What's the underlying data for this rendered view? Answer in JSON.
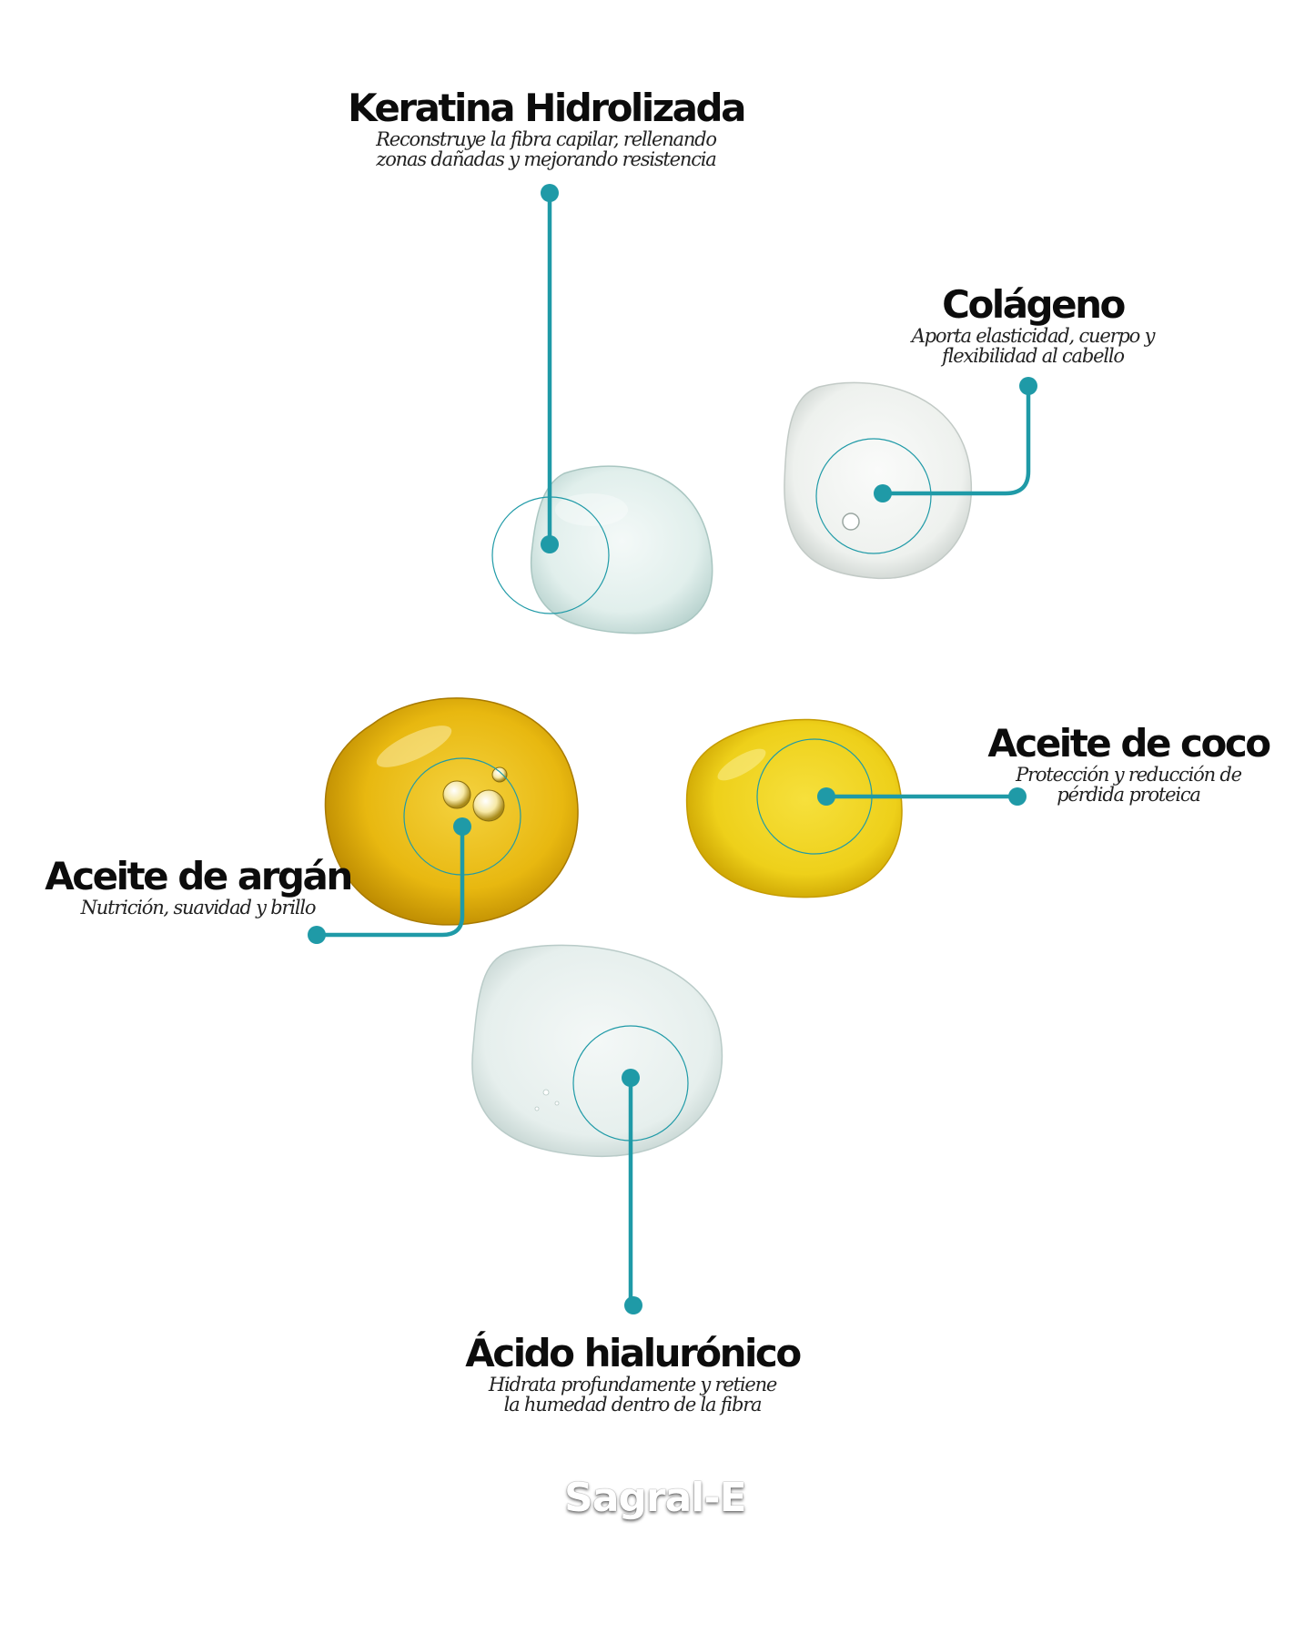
{
  "colors": {
    "accent": "#1f9aa7",
    "clear_drop": "#e8f2f0",
    "golden_drop": "#e9b80e",
    "yellow_drop": "#f0d21a"
  },
  "ingredients": [
    {
      "title": "Keratina Hidrolizada",
      "desc_line1": "Reconstruye la fibra capilar, rellenando",
      "desc_line2": "zonas dañadas y mejorando resistencia"
    },
    {
      "title": "Colágeno",
      "desc_line1": "Aporta elasticidad, cuerpo y",
      "desc_line2": "flexibilidad al cabello"
    },
    {
      "title": "Aceite de coco",
      "desc_line1": "Protección y reducción de",
      "desc_line2": "pérdida proteica"
    },
    {
      "title": "Aceite de argán",
      "desc_line1": "Nutrición, suavidad y brillo"
    },
    {
      "title": "Ácido hialurónico",
      "desc_line1": "Hidrata profundamente y retiene",
      "desc_line2": "la humedad dentro de la fibra"
    }
  ],
  "logo": {
    "text": "Sagral-E"
  }
}
